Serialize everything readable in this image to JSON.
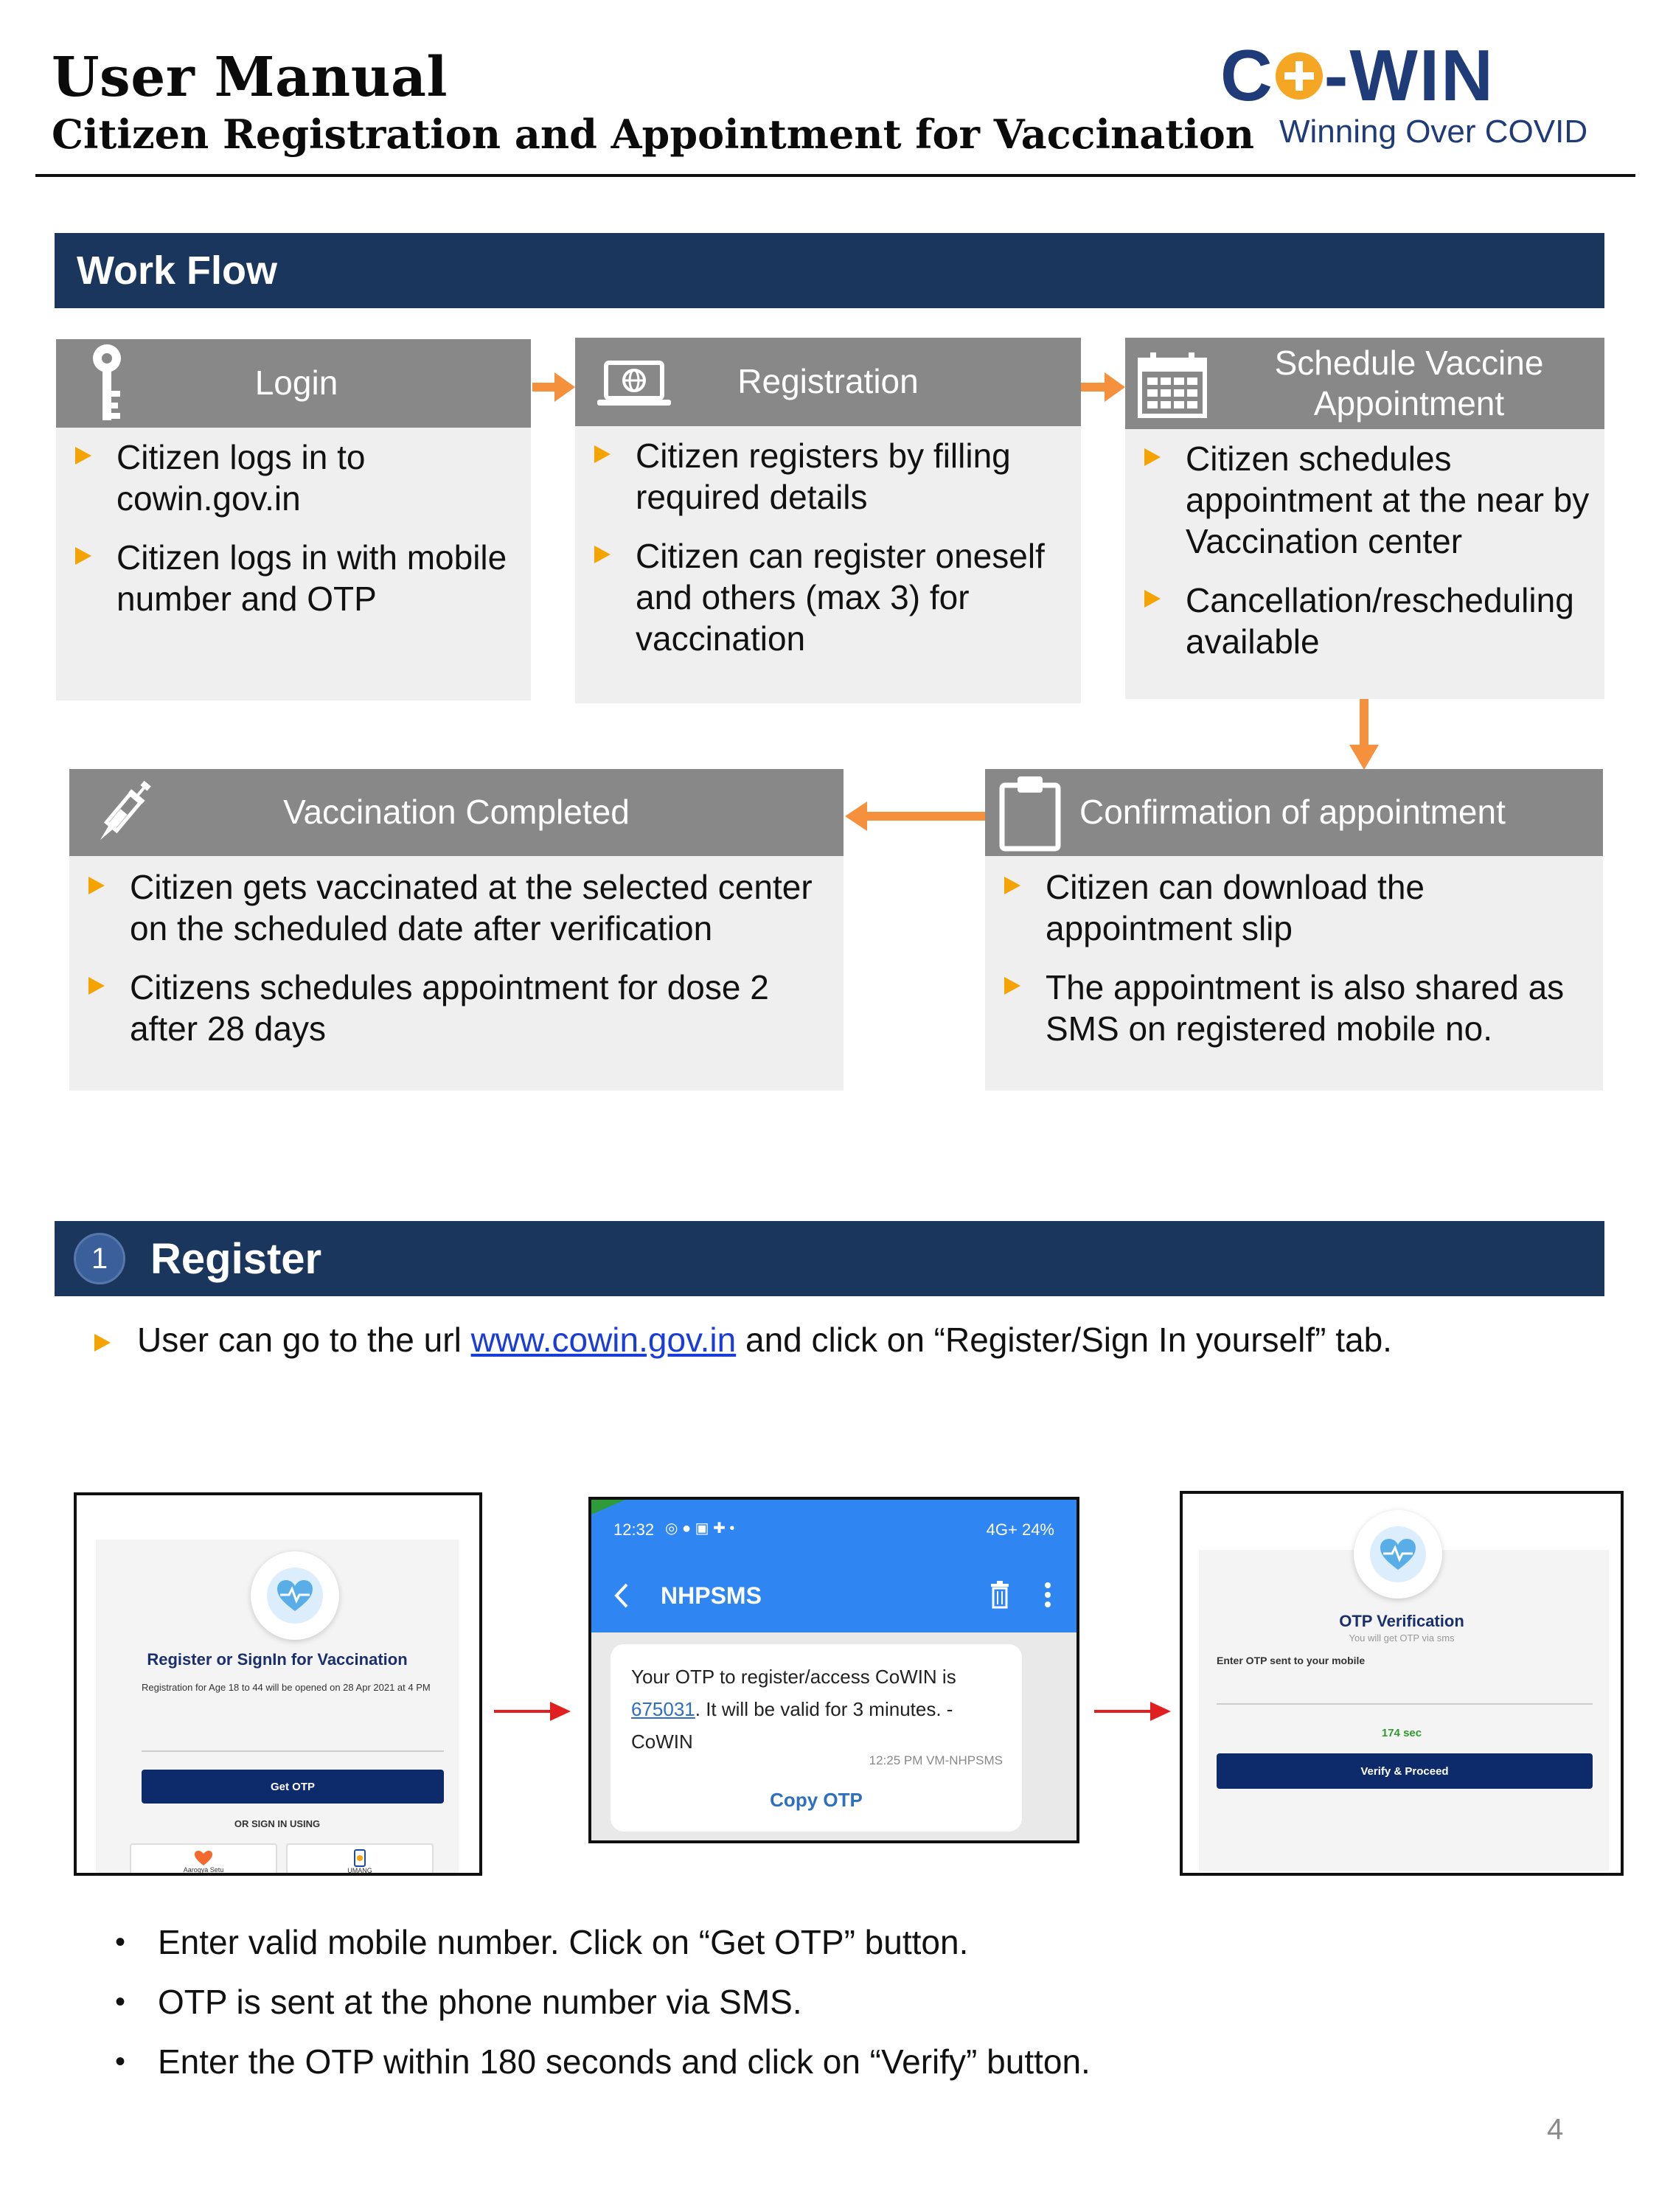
{
  "header": {
    "title": "User Manual",
    "subtitle": "Citizen Registration and Appointment for Vaccination",
    "logo": {
      "brand_left": "C",
      "brand_right": "-WIN",
      "tagline": "Winning Over COVID"
    }
  },
  "workflow": {
    "heading": "Work Flow",
    "steps": [
      {
        "title": "Login",
        "icon": "key-icon",
        "bullets": [
          "Citizen logs in to cowin.gov.in",
          "Citizen logs in with mobile number and OTP"
        ]
      },
      {
        "title": "Registration",
        "icon": "laptop-globe-icon",
        "bullets": [
          "Citizen registers by filling required details",
          "Citizen can register oneself and others (max 3) for vaccination"
        ]
      },
      {
        "title": "Schedule Vaccine Appointment",
        "icon": "calendar-icon",
        "bullets": [
          "Citizen schedules appointment at the near by Vaccination center",
          "Cancellation/rescheduling available"
        ]
      },
      {
        "title": "Vaccination Completed",
        "icon": "syringe-icon",
        "bullets": [
          "Citizen gets vaccinated at the selected center on the scheduled date after verification",
          "Citizens schedules appointment for dose 2 after 28 days"
        ]
      },
      {
        "title": "Confirmation of appointment",
        "icon": "clipboard-icon",
        "bullets": [
          "Citizen can download the appointment slip",
          "The appointment is also shared as SMS on registered mobile no."
        ]
      }
    ]
  },
  "register": {
    "number": "1",
    "heading": "Register",
    "intro_before": "User can go to the url ",
    "intro_link": "www.cowin.gov.in",
    "intro_after": " and click on “Register/Sign In yourself” tab.",
    "screen1": {
      "title": "Register or SignIn for Vaccination",
      "note": "Registration for Age 18 to 44 will be opened on 28 Apr 2021 at 4 PM",
      "button": "Get OTP",
      "or_text": "OR SIGN IN USING",
      "option1": "Aarogya Setu",
      "option2": "UMANG"
    },
    "screen2": {
      "time": "12:32",
      "status_right": "4G+ 24%",
      "sender": "NHPSMS",
      "msg_before": "Your OTP to register/access CoWIN is ",
      "otp": "675031",
      "msg_after": ". It will be valid for 3 minutes. - CoWIN",
      "meta": "12:25 PM  VM-NHPSMS",
      "copy": "Copy OTP"
    },
    "screen3": {
      "title": "OTP Verification",
      "sub": "You will get OTP via sms",
      "label": "Enter OTP sent to your mobile",
      "timer": "174 sec",
      "button": "Verify & Proceed"
    },
    "steps": [
      "Enter valid mobile number. Click on “Get OTP” button.",
      "OTP is sent at the phone number via SMS.",
      "Enter the OTP within 180 seconds and click on “Verify” button."
    ]
  },
  "page_number": "4",
  "colors": {
    "navy": "#1b365d",
    "gray_header": "#888888",
    "card_bg": "#efefef",
    "orange": "#f5913d",
    "bullet": "#f5a300",
    "red_arrow": "#e02020"
  }
}
